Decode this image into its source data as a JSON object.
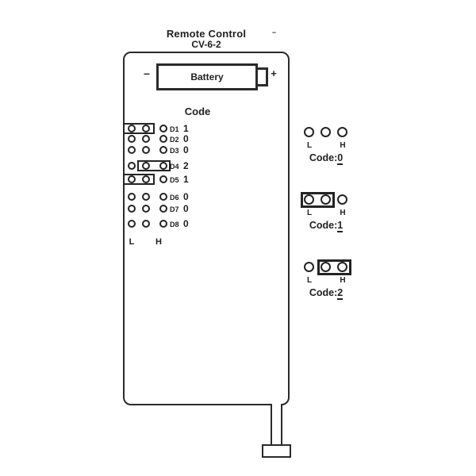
{
  "title": "Remote Control",
  "subtitle": "CV-6-2",
  "battery": {
    "minus_label": "–",
    "label": "Battery",
    "plus_label": "+"
  },
  "code_heading": "Code",
  "pin_grid": {
    "rows": [
      {
        "label": "D1",
        "value": "1",
        "jumper": "L-M"
      },
      {
        "label": "D2",
        "value": "0",
        "jumper": "none"
      },
      {
        "label": "D3",
        "value": "0",
        "jumper": "none"
      },
      {
        "label": "D4",
        "value": "2",
        "jumper": "M-H"
      },
      {
        "label": "D5",
        "value": "1",
        "jumper": "L-M"
      },
      {
        "label": "D6",
        "value": "0",
        "jumper": "none"
      },
      {
        "label": "D7",
        "value": "0",
        "jumper": "none"
      },
      {
        "label": "D8",
        "value": "0",
        "jumper": "none"
      }
    ],
    "left_column_label": "L",
    "right_column_label": "H"
  },
  "code_options": [
    {
      "jumper": "none",
      "left_label": "L",
      "right_label": "H",
      "label_prefix": "Code:",
      "value": "0"
    },
    {
      "jumper": "L-M",
      "left_label": "L",
      "right_label": "H",
      "label_prefix": "Code:",
      "value": "1"
    },
    {
      "jumper": "M-H",
      "left_label": "L",
      "right_label": "H",
      "label_prefix": "Code:",
      "value": "2"
    }
  ],
  "colors": {
    "line": "#2b2b2b",
    "text": "#1f1f1f",
    "background": "#ffffff"
  }
}
